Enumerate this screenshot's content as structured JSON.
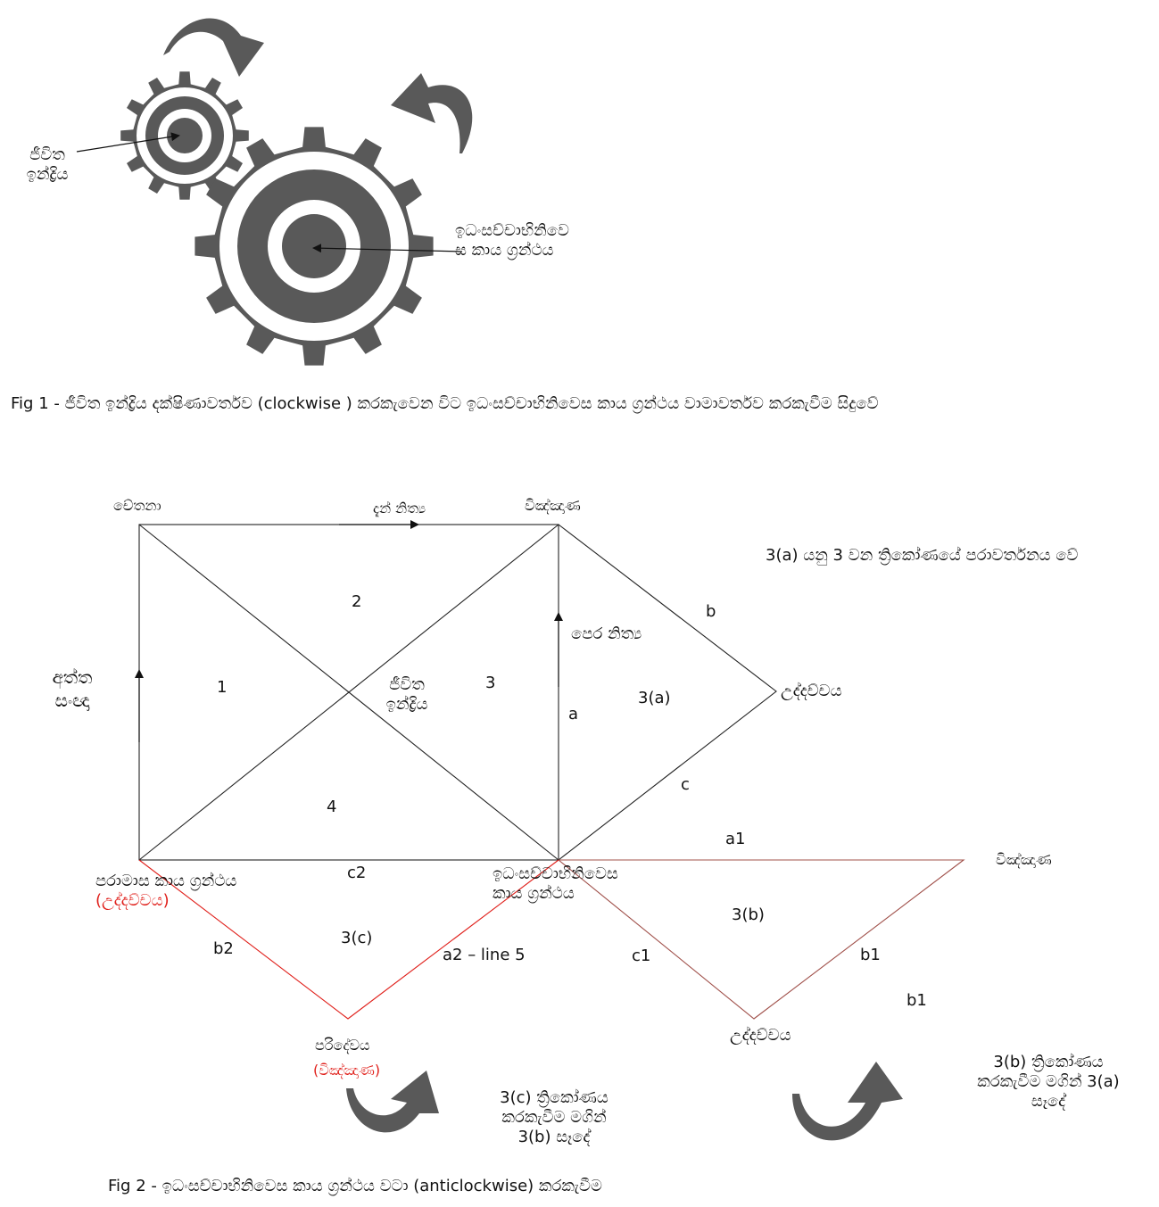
{
  "fig1": {
    "label_small_gear": [
      "ජීවිත",
      "ඉන්ද්‍රිය"
    ],
    "label_big_gear": [
      "ඉධංසච්චාභිනිවෙ",
      "ස කාය ග්‍රන්ථය"
    ],
    "caption": "Fig 1 - ජීවිත ඉන්ද්‍රිය දක්ෂිණාවර්තව  (clockwise ) කරකැවෙන විට ඉධංසච්චාභිනිවෙස කාය ග්‍රන්ථය වාමාවර්තව කරකැවීම සිදුවේ"
  },
  "fig2": {
    "chetana": "චේතනා",
    "dan_nithya": "දැන් නිත්‍ය",
    "vignana_top": "විඤ්ඤාණ",
    "note_3a": "3(a) යනු 3 වන ත්‍රිකෝණයේ පරාවර්තනය වේ",
    "atta_sangna": [
      "අත්ත",
      "සංඥා"
    ],
    "region_1": "1",
    "region_2": "2",
    "region_3": "3",
    "region_4": "4",
    "jeewitha_center": [
      "ජීවිත",
      "ඉන්ද්‍රිය"
    ],
    "pera_nithya": "පෙර නිත්‍ය",
    "edge_b": "b",
    "edge_a": "a",
    "region_3a": "3(a)",
    "uddachcha_right": "උද්දච්චය",
    "edge_c": "c",
    "edge_a1": "a1",
    "vignana_right": "විඤ්ඤාණ",
    "paramasa": "පරාමාස කාය ග්‍රන්ථය",
    "paramasa_sub": "(උද්දච්චය)",
    "edge_c2": "c2",
    "idansachcha": [
      "ඉධංසච්චාභිනිවෙස",
      "කාය ග්‍රන්ථය"
    ],
    "region_3b": "3(b)",
    "edge_b2": "b2",
    "region_3c": "3(c)",
    "edge_a2": "a2 – line 5",
    "edge_c1": "c1",
    "edge_b1_a": "b1",
    "edge_b1_b": "b1",
    "paridevaya": "පරිදේවය",
    "paridevaya_sub": "(විඤ්ඤාණ)",
    "uddachcha_bottom": "උද්දච්චය",
    "note_3c": [
      "3(c) ත්‍රිකෝණය",
      "කරකැවීම මගින්",
      "3(b) සෑදේ"
    ],
    "note_3b": [
      "3(b) ත්‍රිකෝණය",
      "කරකැවීම මගින් 3(a)",
      "සෑදේ"
    ],
    "caption": "Fig 2 - ඉධංසච්චාභිනිවෙස කාය ග්‍රන්ථය වටා (anticlockwise) කරකැවීම"
  },
  "colors": {
    "gear": "#595959",
    "line": "#222222",
    "red": "#e0201b",
    "brown": "#a0504a"
  }
}
